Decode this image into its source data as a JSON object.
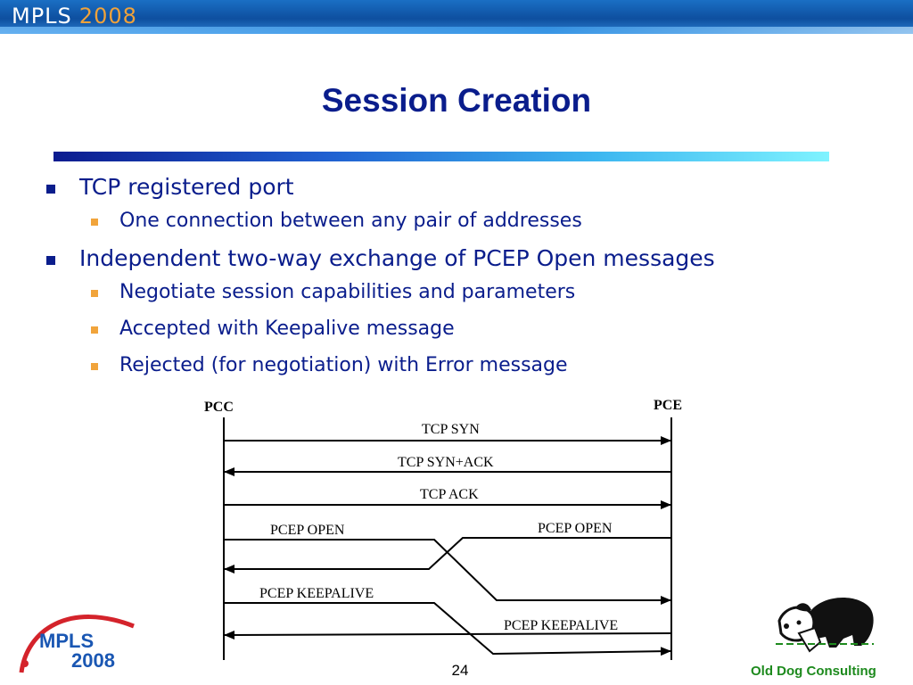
{
  "banner": {
    "brand": "MPLS",
    "year": "2008"
  },
  "title": "Session Creation",
  "bullets": [
    {
      "text": "TCP registered port",
      "sub": [
        "One connection between any pair of addresses"
      ]
    },
    {
      "text": "Independent two-way exchange of PCEP Open messages",
      "sub": [
        "Negotiate session capabilities and parameters",
        "Accepted with Keepalive message",
        "Rejected (for negotiation) with Error message"
      ]
    }
  ],
  "diagram": {
    "left_entity": "PCC",
    "right_entity": "PCE",
    "messages": [
      "TCP SYN",
      "TCP SYN+ACK",
      "TCP ACK",
      "PCEP OPEN",
      "PCEP OPEN",
      "PCEP KEEPALIVE",
      "PCEP KEEPALIVE"
    ]
  },
  "logo": {
    "brand": "MPLS",
    "year": "2008"
  },
  "page_number": "24",
  "company": "Old Dog Consulting",
  "colors": {
    "title": "#0a1d8c",
    "accent_orange": "#f1a43b",
    "brand_green": "#1d8a1d"
  }
}
